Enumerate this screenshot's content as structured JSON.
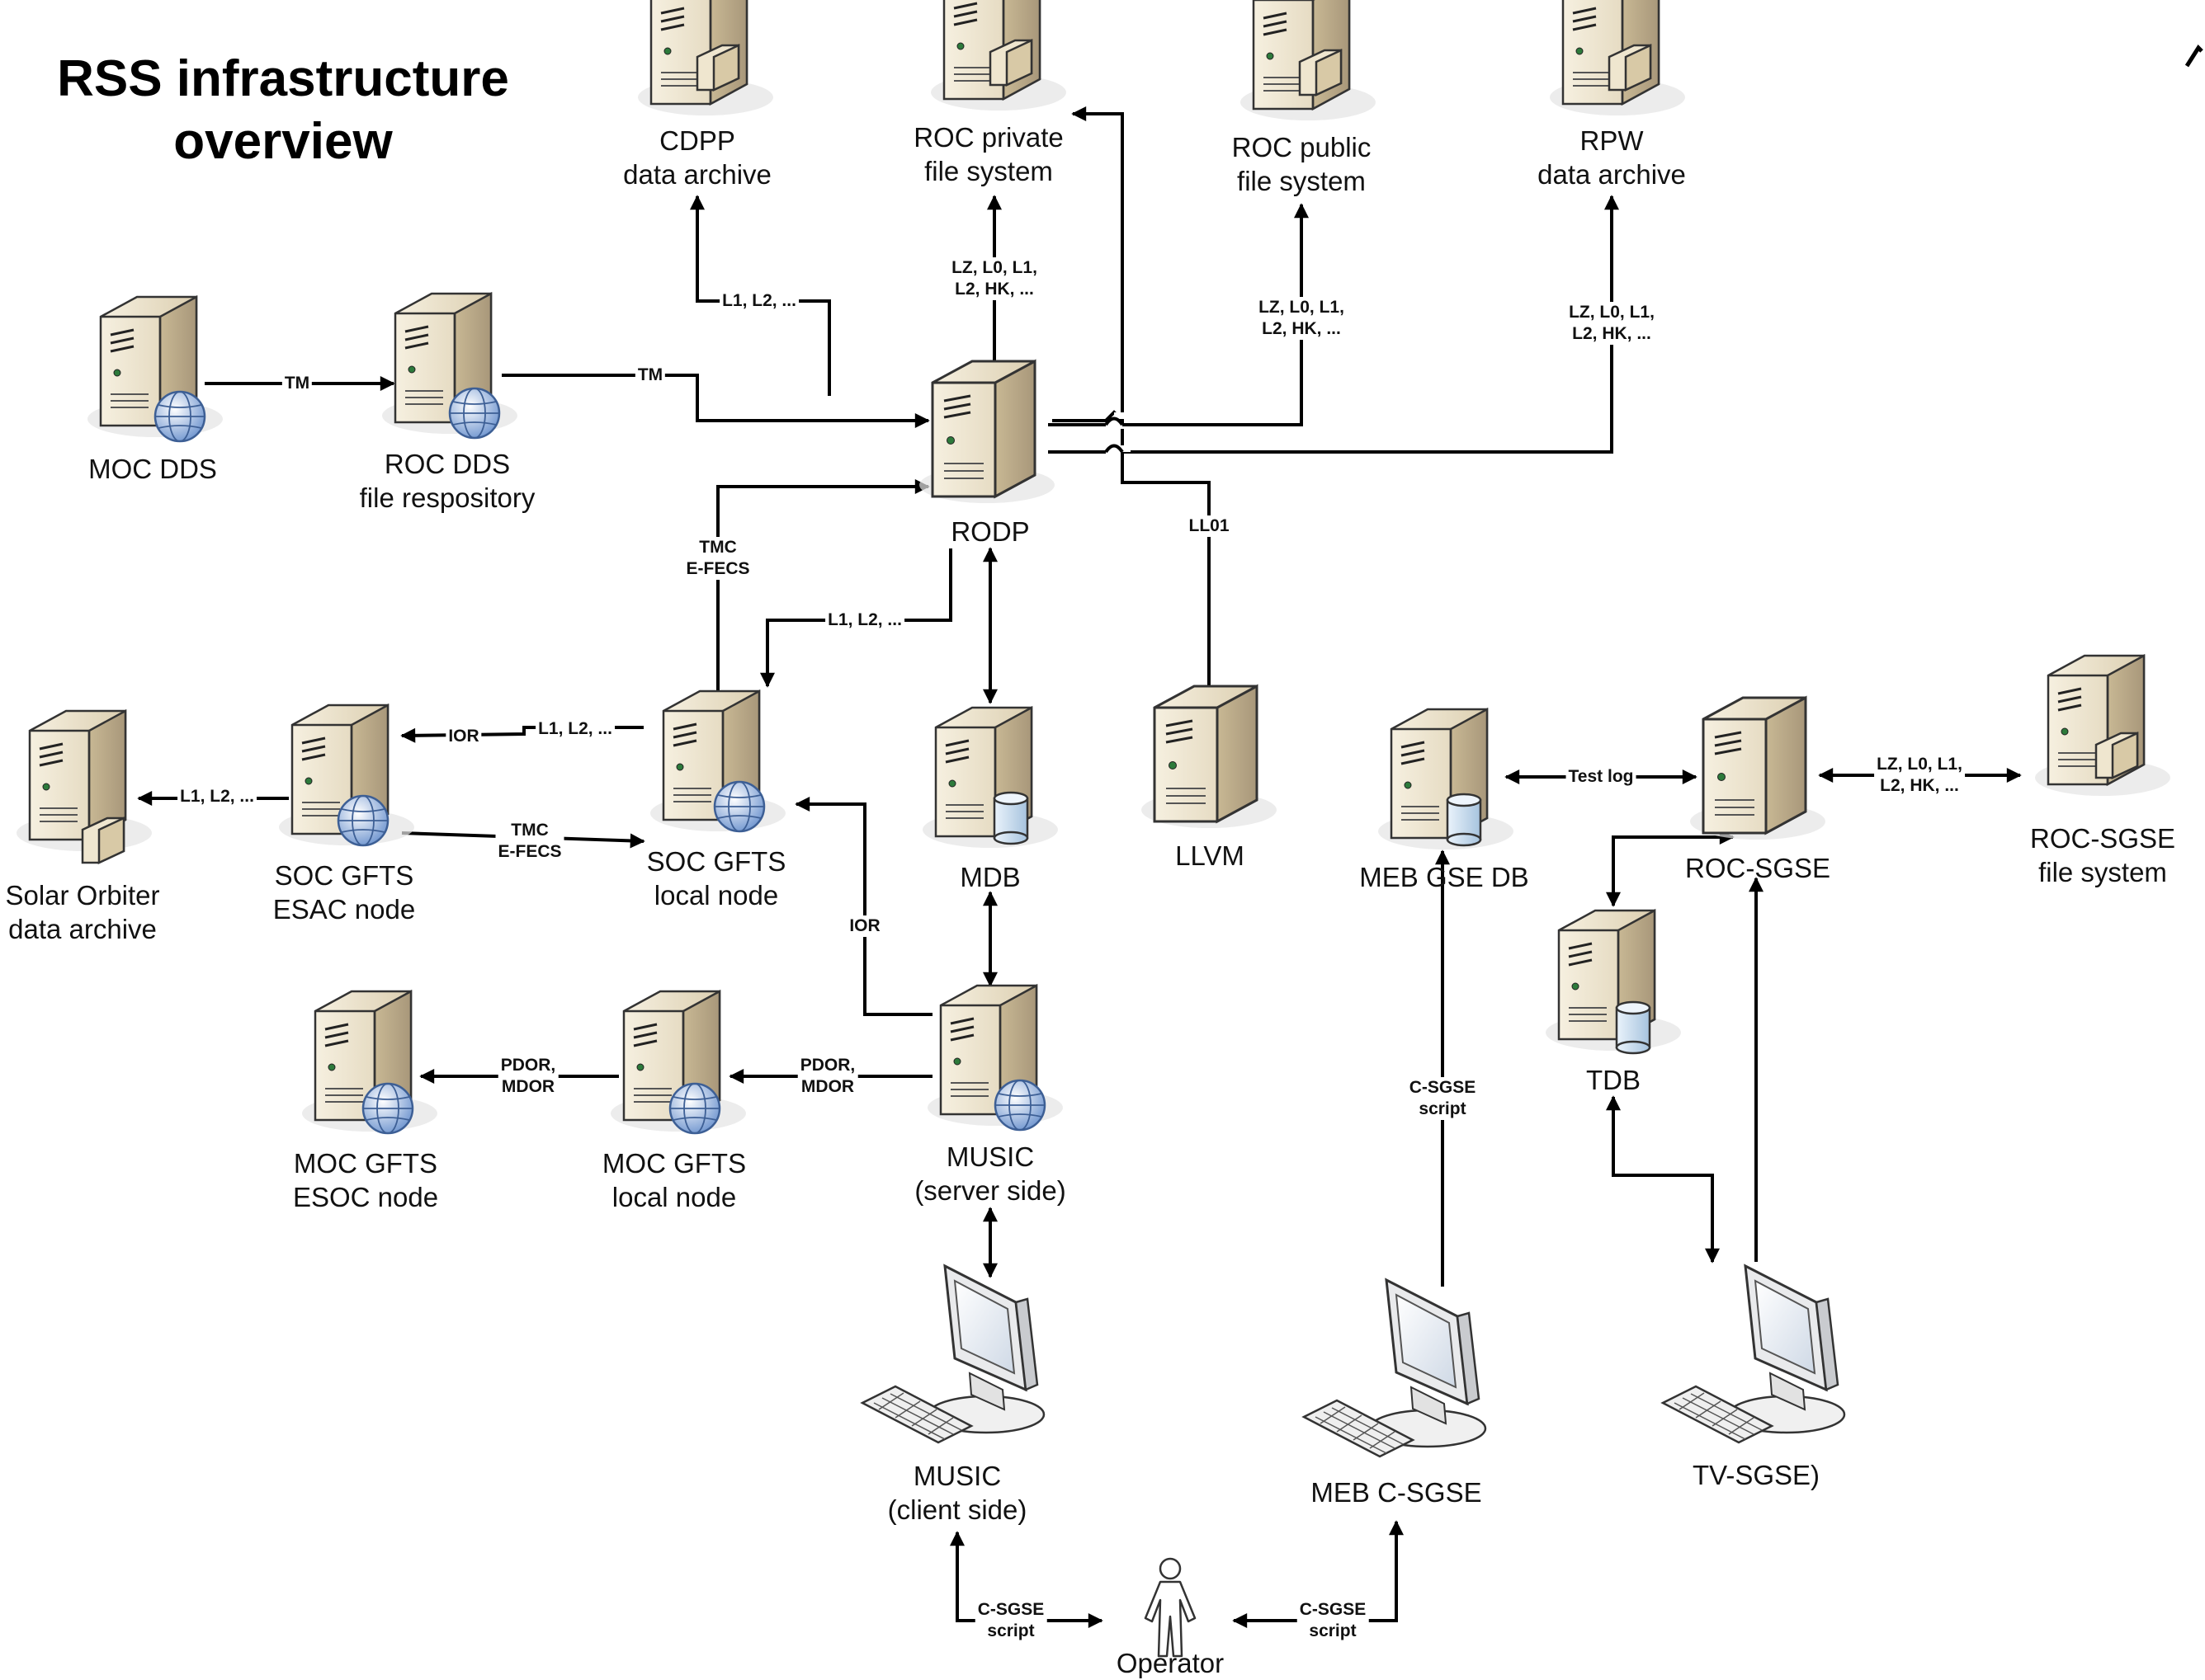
{
  "title": {
    "line1": "RSS infrastructure",
    "line2": "overview"
  },
  "nodes": {
    "cdpp": {
      "line1": "CDPP",
      "line2": "data archive"
    },
    "roc_private": {
      "line1": "ROC private",
      "line2": "file system"
    },
    "roc_public": {
      "line1": "ROC public",
      "line2": "file system"
    },
    "rpw": {
      "line1": "RPW",
      "line2": "data archive"
    },
    "moc_dds": {
      "line1": "MOC DDS"
    },
    "roc_dds": {
      "line1": "ROC DDS",
      "line2": "file respository"
    },
    "rodp": {
      "line1": "RODP"
    },
    "solar_orbiter": {
      "line1": "Solar Orbiter",
      "line2": "data archive"
    },
    "soc_esac": {
      "line1": "SOC GFTS",
      "line2": "ESAC node"
    },
    "soc_local": {
      "line1": "SOC GFTS",
      "line2": "local node"
    },
    "mdb": {
      "line1": "MDB"
    },
    "llvm": {
      "line1": "LLVM"
    },
    "meb_gse_db": {
      "line1": "MEB GSE DB"
    },
    "roc_sgse": {
      "line1": "ROC-SGSE"
    },
    "roc_sgse_fs": {
      "line1": "ROC-SGSE",
      "line2": "file system"
    },
    "tdb": {
      "line1": "TDB"
    },
    "moc_esoc": {
      "line1": "MOC GFTS",
      "line2": "ESOC node"
    },
    "moc_local": {
      "line1": "MOC GFTS",
      "line2": "local node"
    },
    "music_server": {
      "line1": "MUSIC",
      "line2": "(server side)"
    },
    "music_client": {
      "line1": "MUSIC",
      "line2": "(client side)"
    },
    "meb_csgse": {
      "line1": "MEB C-SGSE"
    },
    "tv_sgse": {
      "line1": "TV-SGSE)"
    },
    "operator": {
      "line1": "Operator"
    }
  },
  "edge_labels": {
    "l1l2_cdpp": {
      "line1": "L1, L2, ..."
    },
    "lz_private": {
      "line1": "LZ, L0, L1,",
      "line2": "L2, HK, ..."
    },
    "lz_public": {
      "line1": "LZ, L0, L1,",
      "line2": "L2, HK, ..."
    },
    "lz_rpw": {
      "line1": "LZ, L0, L1,",
      "line2": "L2, HK, ..."
    },
    "tm_moc": {
      "line1": "TM"
    },
    "tm_roc": {
      "line1": "TM"
    },
    "tmc_up": {
      "line1": "TMC",
      "line2": "E-FECS"
    },
    "l1l2_soc": {
      "line1": "L1, L2, ..."
    },
    "ll01": {
      "line1": "LL01"
    },
    "ior_top": {
      "line1": "IOR"
    },
    "l1l2_ior": {
      "line1": "L1, L2, ..."
    },
    "l1l2_solar": {
      "line1": "L1, L2, ..."
    },
    "tmc_esac": {
      "line1": "TMC",
      "line2": "E-FECS"
    },
    "ior_music": {
      "line1": "IOR"
    },
    "pdor_1": {
      "line1": "PDOR,",
      "line2": "MDOR"
    },
    "pdor_2": {
      "line1": "PDOR,",
      "line2": "MDOR"
    },
    "test_log": {
      "line1": "Test log"
    },
    "lz_sgse": {
      "line1": "LZ, L0, L1,",
      "line2": "L2, HK, ..."
    },
    "csgse_vert": {
      "line1": "C-SGSE",
      "line2": "script"
    },
    "csgse_left": {
      "line1": "C-SGSE",
      "line2": "script"
    },
    "csgse_right": {
      "line1": "C-SGSE",
      "line2": "script"
    }
  },
  "icons": [
    {
      "id": "cdpp",
      "type": "file-server-icon"
    },
    {
      "id": "roc_private",
      "type": "file-server-icon"
    },
    {
      "id": "roc_public",
      "type": "file-server-icon"
    },
    {
      "id": "rpw",
      "type": "file-server-icon"
    },
    {
      "id": "moc_dds",
      "type": "web-server-icon"
    },
    {
      "id": "roc_dds",
      "type": "web-server-icon"
    },
    {
      "id": "rodp",
      "type": "server-icon"
    },
    {
      "id": "solar_orbiter",
      "type": "file-server-icon"
    },
    {
      "id": "soc_esac",
      "type": "web-server-icon"
    },
    {
      "id": "soc_local",
      "type": "web-server-icon"
    },
    {
      "id": "mdb",
      "type": "database-server-icon"
    },
    {
      "id": "llvm",
      "type": "server-icon"
    },
    {
      "id": "meb_gse_db",
      "type": "database-server-icon"
    },
    {
      "id": "roc_sgse",
      "type": "server-icon"
    },
    {
      "id": "roc_sgse_fs",
      "type": "file-server-icon"
    },
    {
      "id": "tdb",
      "type": "database-server-icon"
    },
    {
      "id": "moc_esoc",
      "type": "web-server-icon"
    },
    {
      "id": "moc_local",
      "type": "web-server-icon"
    },
    {
      "id": "music_server",
      "type": "web-server-icon"
    },
    {
      "id": "music_client",
      "type": "workstation-icon"
    },
    {
      "id": "meb_csgse",
      "type": "workstation-icon"
    },
    {
      "id": "tv_sgse",
      "type": "workstation-icon"
    },
    {
      "id": "operator",
      "type": "person-icon"
    }
  ],
  "colors": {
    "line": "#000000",
    "server_body": "#e6dcc3",
    "server_side": "#c9bb9c",
    "globe": "#8fb0e0",
    "database": "#c7dcef"
  }
}
